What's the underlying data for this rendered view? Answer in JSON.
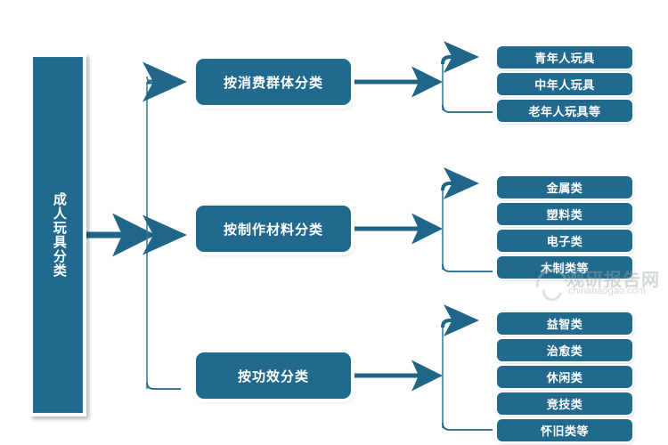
{
  "diagram": {
    "root": {
      "label": "成人玩具分类"
    },
    "branches": [
      {
        "label": "按消费群体分类",
        "leaves": [
          {
            "label": "青年人玩具"
          },
          {
            "label": "中年人玩具"
          },
          {
            "label": "老年人玩具等"
          }
        ]
      },
      {
        "label": "按制作材料分类",
        "leaves": [
          {
            "label": "金属类"
          },
          {
            "label": "塑料类"
          },
          {
            "label": "电子类"
          },
          {
            "label": "木制类等"
          }
        ]
      },
      {
        "label": "按功效分类",
        "leaves": [
          {
            "label": "益智类"
          },
          {
            "label": "治愈类"
          },
          {
            "label": "休闲类"
          },
          {
            "label": "竞技类"
          },
          {
            "label": "怀旧类等"
          }
        ]
      }
    ]
  },
  "watermark": {
    "brand": "观研报告网",
    "url": "chinabaogao.com"
  },
  "colors": {
    "box_fill": "#216A8D",
    "connector": "#1F6689",
    "background": "#ffffff",
    "text": "#ffffff"
  }
}
